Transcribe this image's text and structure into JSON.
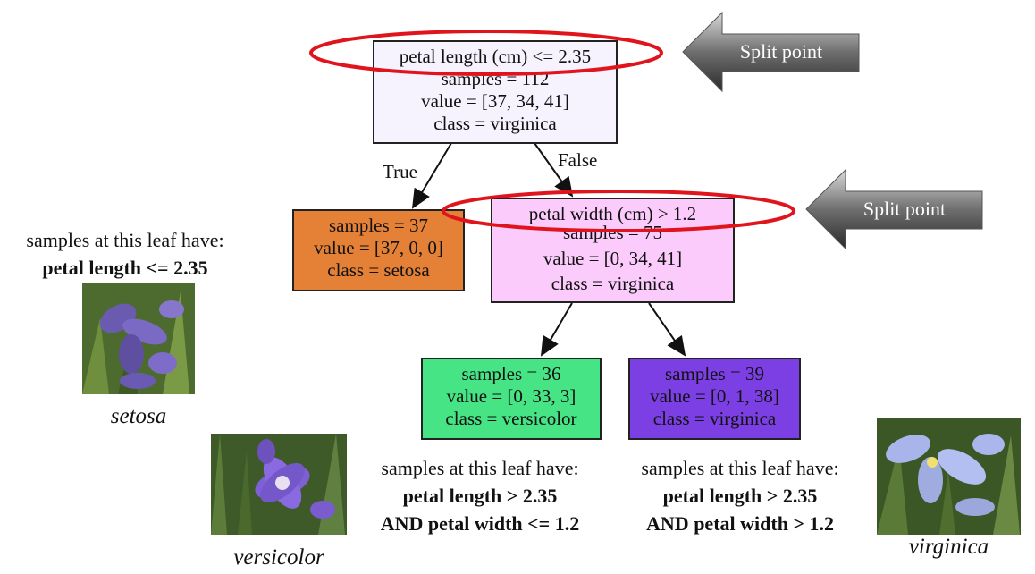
{
  "tree": {
    "root": {
      "lines": [
        "petal length (cm) <= 2.35",
        "samples = 112",
        "value = [37, 34, 41]",
        "class = virginica"
      ],
      "color": "#f6f2fe"
    },
    "edge_true_label": "True",
    "edge_false_label": "False",
    "left_leaf": {
      "lines": [
        "samples = 37",
        "value = [37, 0, 0]",
        "class = setosa"
      ],
      "color": "#e48137"
    },
    "mid_node": {
      "lines": [
        "petal width (cm) > 1.2",
        "samples = 75",
        "value = [0, 34, 41]",
        "class = virginica"
      ],
      "color": "#fbccfb"
    },
    "leaf_versicolor": {
      "lines": [
        "samples = 36",
        "value = [0, 33, 3]",
        "class = versicolor"
      ],
      "color": "#46e485"
    },
    "leaf_virginica": {
      "lines": [
        "samples = 39",
        "value = [0, 1, 38]",
        "class = virginica"
      ],
      "color": "#7c3fe3"
    }
  },
  "callouts": {
    "split_point_1": "Split point",
    "split_point_2": "Split point"
  },
  "captions": {
    "setosa": {
      "line1": "samples at this leaf have:",
      "line2": "petal length <= 2.35"
    },
    "versicolor": {
      "line1": "samples at this leaf have:",
      "line2": "petal length > 2.35",
      "line3": "AND petal width <= 1.2"
    },
    "virginica": {
      "line1": "samples at this leaf have:",
      "line2": "petal length > 2.35",
      "line3": "AND petal width > 1.2"
    }
  },
  "species": {
    "setosa": "setosa",
    "versicolor": "versicolor",
    "virginica": "virginica"
  },
  "icons": {
    "split_arrow": "left-arrow-icon",
    "highlight_ellipse": "ellipse-highlight"
  }
}
